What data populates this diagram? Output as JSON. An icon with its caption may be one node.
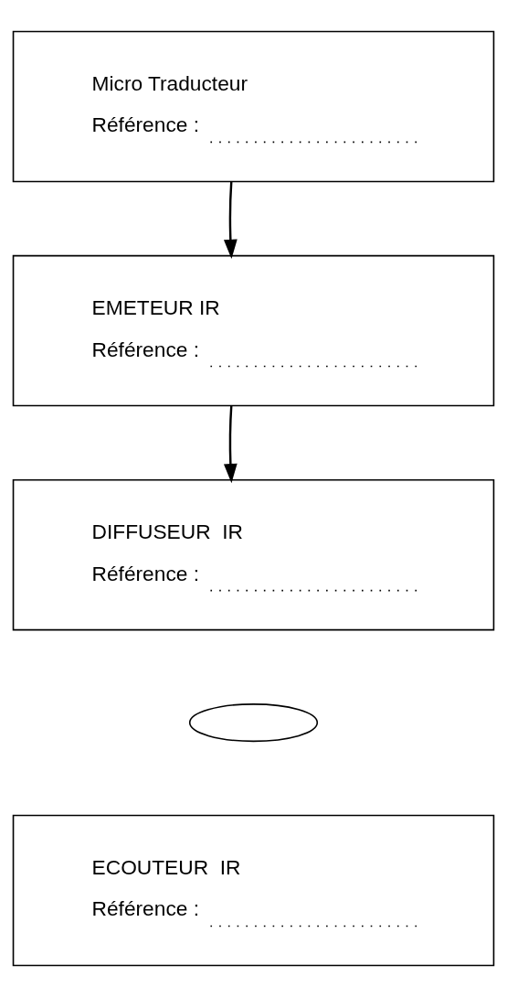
{
  "diagram": {
    "nodes": [
      {
        "text": [
          "Micro Traducteur",
          "Référence :"
        ]
      },
      {
        "text": [
          "EMETEUR IR",
          "Référence :"
        ]
      },
      {
        "text": [
          "DIFFUSEUR  IR",
          "Référence :"
        ]
      },
      {
        "text": [],
        "shape": "arc"
      },
      {
        "text": [
          "ECOUTEUR  IR",
          "Référence :"
        ]
      }
    ],
    "edges": [
      {
        "from": 0,
        "to": 1,
        "arrow": "to"
      },
      {
        "from": 1,
        "to": 2,
        "arrow": "to"
      }
    ]
  }
}
